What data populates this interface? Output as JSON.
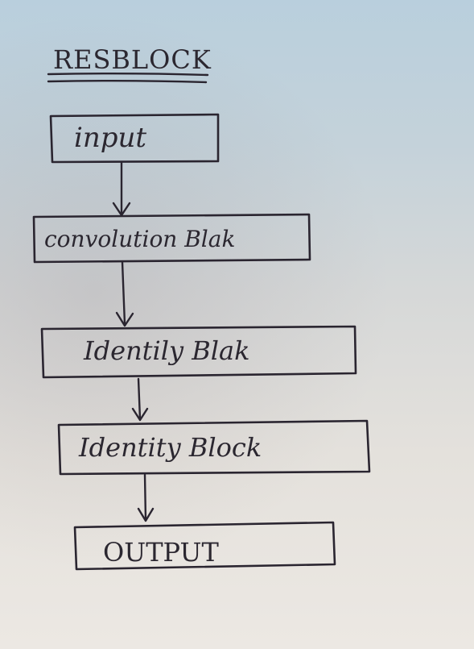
{
  "title": "RESBLOCK",
  "nodes": [
    {
      "label": "input"
    },
    {
      "label": "convolution Blak"
    },
    {
      "label": "Identily Blak"
    },
    {
      "label": "Identity Block"
    },
    {
      "label": "OUTPUT"
    }
  ],
  "colors": {
    "ink": "#2a2530",
    "paper_top": "#b9cfdd",
    "paper_bottom": "#ece8e3"
  }
}
